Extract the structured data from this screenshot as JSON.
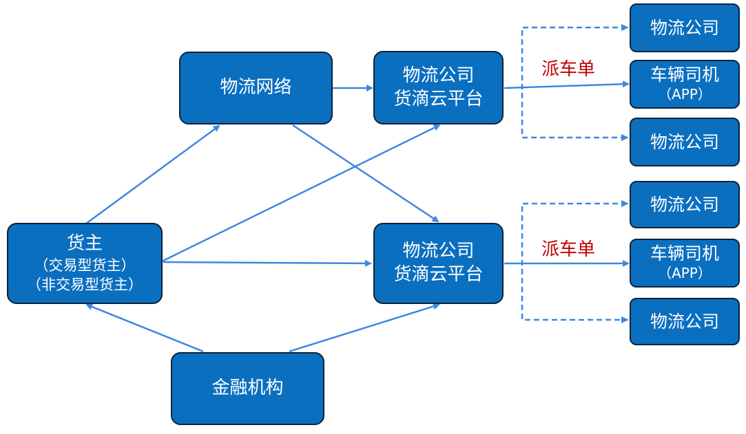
{
  "nodes": {
    "network": "物流网络",
    "platform_top": {
      "line1": "物流公司",
      "line2": "货滴云平台"
    },
    "platform_bottom": {
      "line1": "物流公司",
      "line2": "货滴云平台"
    },
    "shipper": {
      "line1": "货主",
      "line2": "（交易型货主）",
      "line3": "（非交易型货主）"
    },
    "finance": "金融机构",
    "top_group": {
      "company_a": "物流公司",
      "driver": {
        "line1": "车辆司机",
        "line2": "（APP）"
      },
      "company_b": "物流公司"
    },
    "bottom_group": {
      "company_a": "物流公司",
      "driver": {
        "line1": "车辆司机",
        "line2": "（APP）"
      },
      "company_b": "物流公司"
    }
  },
  "labels": {
    "dispatch_top": "派车单",
    "dispatch_bottom": "派车单"
  },
  "colors": {
    "node_fill": "#0b6fc0",
    "node_border": "#0a2338",
    "arrow": "#3d87e0",
    "label": "#c00000"
  }
}
